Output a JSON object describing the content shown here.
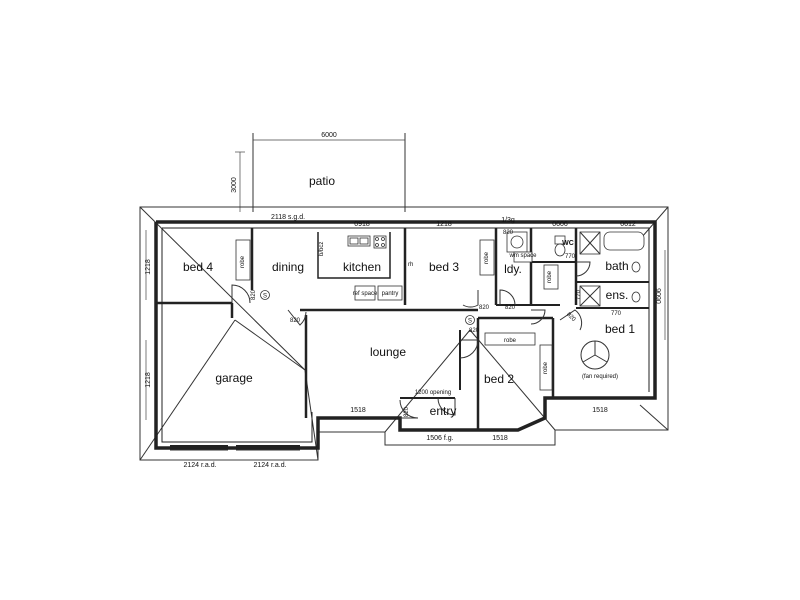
{
  "rooms": {
    "patio": "patio",
    "bed4": "bed 4",
    "dining": "dining",
    "kitchen": "kitchen",
    "bed3": "bed 3",
    "laundry": "ldy.",
    "wc": "WC",
    "bath": "bath",
    "ensuite": "ens.",
    "bed1": "bed 1",
    "lounge": "lounge",
    "garage": "garage",
    "bed2": "bed 2",
    "entry": "entry"
  },
  "fixtures": {
    "robe": "robe",
    "bb_cz": "b/bcz",
    "ref_space": "ref space",
    "pantry": "pantry",
    "rh": "rh",
    "wm_space": "wm space",
    "fan_required": "(fan required)",
    "smoke_alarm": "S"
  },
  "dimensions": {
    "patio_width": "6000",
    "patio_depth": "3000",
    "top_1": "2118 s.g.d.",
    "top_2": "0918",
    "top_3": "1218",
    "top_4": "1/3g",
    "top_5": "0606",
    "top_6": "0612",
    "left_1": "1218",
    "left_2": "1218",
    "right_1": "0606",
    "door_820": "820",
    "door_770": "770",
    "opening": "1200 opening",
    "bottom_1": "1518",
    "bottom_2": "1506 f.g.",
    "bottom_3": "1518",
    "bottom_4": "1518",
    "garage_door_1": "2124 r.a.d.",
    "garage_door_2": "2124 r.a.d."
  }
}
